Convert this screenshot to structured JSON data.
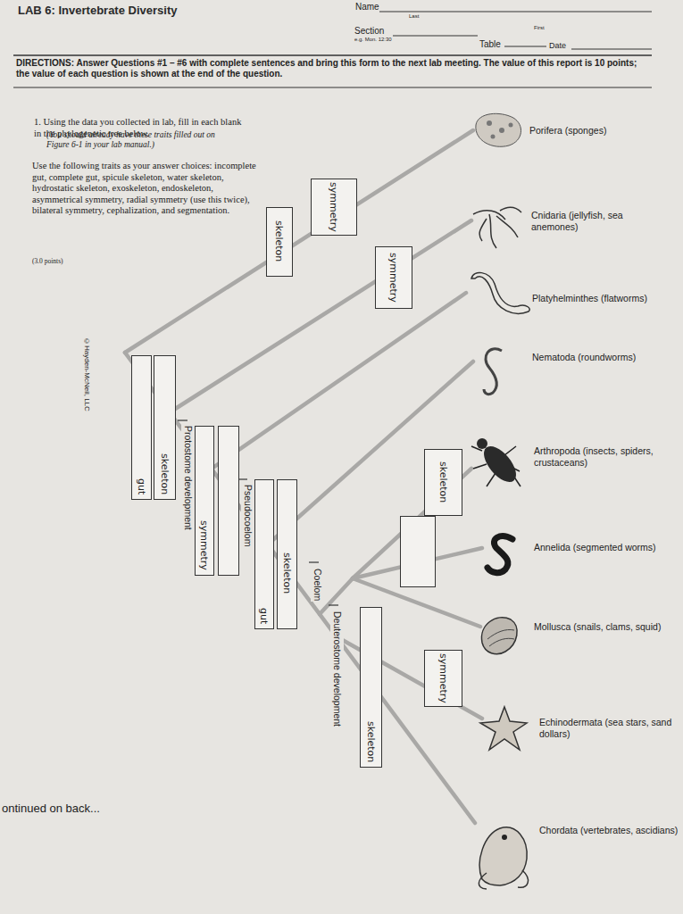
{
  "diagram": {
    "title": "LAB 6: Invertebrate Diversity",
    "nodes": [
      {
        "text": [
          "skeleton"
        ]
      },
      {
        "text": [
          "symmetry"
        ]
      },
      {
        "text": [
          "symmetry"
        ]
      },
      {
        "text": [
          "gut"
        ]
      },
      {
        "text": [
          "skeleton"
        ]
      },
      {
        "text": [
          "symmetry"
        ]
      },
      {
        "text": [
          "gut"
        ]
      },
      {
        "text": [
          "skeleton"
        ]
      },
      {
        "text": [
          "skeleton"
        ]
      },
      {
        "text": [
          "skeleton"
        ]
      },
      {
        "text": [
          "symmetry"
        ]
      }
    ],
    "labels": [
      "Name",
      "Last",
      "First",
      "Section",
      "e.g. Mon. 12:30",
      "Table",
      "Date",
      "DIRECTIONS: Answer Questions #1 – #6 with complete sentences and bring this form to the next lab meeting. The value of this report is 10 points; the value of each question is shown at the end of the question.",
      "1. Using the data you collected in lab, fill in each blank in the phylogenetic tree below.",
      "(You should already have these traits filled out on Figure 6-1 in your lab manual.)",
      "Use the following traits as your answer choices: incomplete gut, complete gut, spicule skeleton, water skeleton, hydrostatic skeleton, exoskeleton, endoskeleton, asymmetrical symmetry, radial symmetry (use this twice), bilateral symmetry, cephalization, and segmentation.",
      "(3.0 points)",
      "©Hayden-McNeil, LLC",
      "Porifera (sponges)",
      "Cnidaria (jellyfish, sea anemones)",
      "Platyhelminthes (flatworms)",
      "Nematoda (roundworms)",
      "Arthropoda (insects, spiders, crustaceans)",
      "Annelida (segmented worms)",
      "Mollusca (snails, clams, squid)",
      "Echinodermata (sea stars, sand dollars)",
      "Chordata (vertebrates, ascidians)",
      "Protostome development",
      "Pseudocoelom",
      "Coelom",
      "Deuterostome development",
      "ontinued on back..."
    ]
  }
}
